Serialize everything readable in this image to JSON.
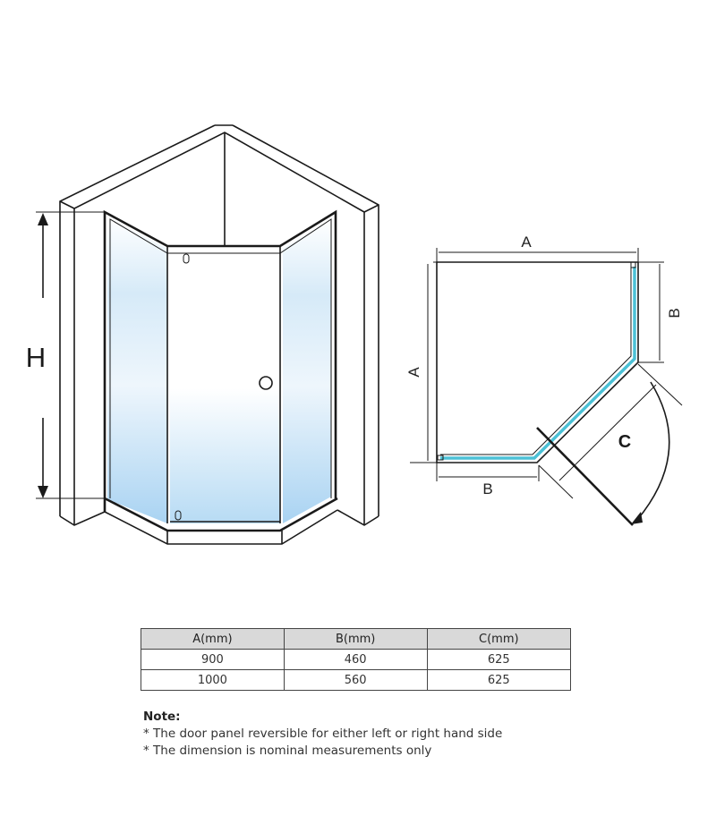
{
  "diagram": {
    "height_label": "H",
    "plan_labels": {
      "a_top": "A",
      "a_side": "A",
      "b_side": "B",
      "b_bottom": "B",
      "c": "C"
    },
    "glass_color": "#a9d3f2",
    "plan_glass_color": "#4cc1d6"
  },
  "table": {
    "headers": [
      "A(mm)",
      "B(mm)",
      "C(mm)"
    ],
    "rows": [
      [
        "900",
        "460",
        "625"
      ],
      [
        "1000",
        "560",
        "625"
      ]
    ]
  },
  "notes": {
    "title": "Note:",
    "items": [
      "* The door panel reversible for either left or right hand side",
      "* The dimension is nominal measurements only"
    ]
  }
}
